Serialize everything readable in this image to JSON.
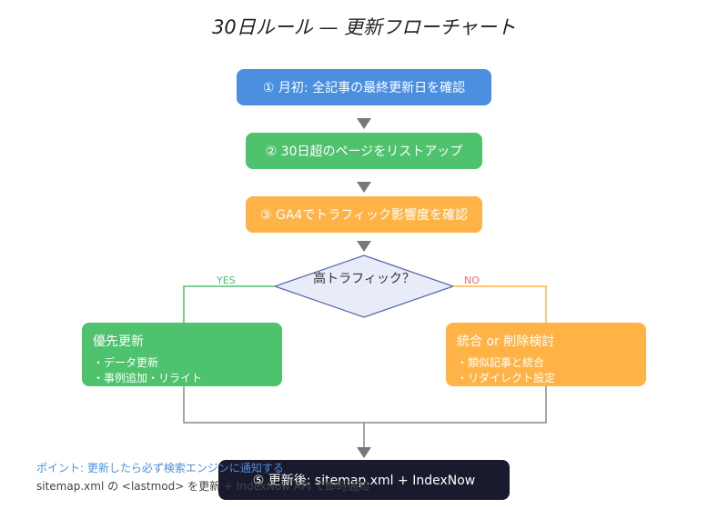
{
  "title": "30日ルール — 更新フローチャート",
  "steps": [
    {
      "label": "① 月初: 全記事の最終更新日を確認",
      "color": "#4a8fe0"
    },
    {
      "label": "② 30日超のページをリストアップ",
      "color": "#4ec26d"
    },
    {
      "label": "③ GA4でトラフィック影響度を確認",
      "color": "#ffb347"
    }
  ],
  "decision": {
    "label": "高トラフィック？",
    "yes": "YES",
    "no": "NO"
  },
  "yes_box": {
    "title": "優先更新",
    "items": [
      "・データ更新",
      "・事例追加・リライト"
    ],
    "color": "#4ec26d"
  },
  "no_box": {
    "title": "統合 or 削除検討",
    "items": [
      "・類似記事と統合",
      "・リダイレクト設定"
    ],
    "color": "#ffb347"
  },
  "final": {
    "label": "⑤ 更新後: sitemap.xml + IndexNow",
    "color": "#1a1a2e"
  },
  "note": {
    "line1": "ポイント: 更新したら必ず検索エンジンに通知する",
    "line2": "sitemap.xml の <lastmod> を更新 + IndexNow API で即時通知"
  }
}
